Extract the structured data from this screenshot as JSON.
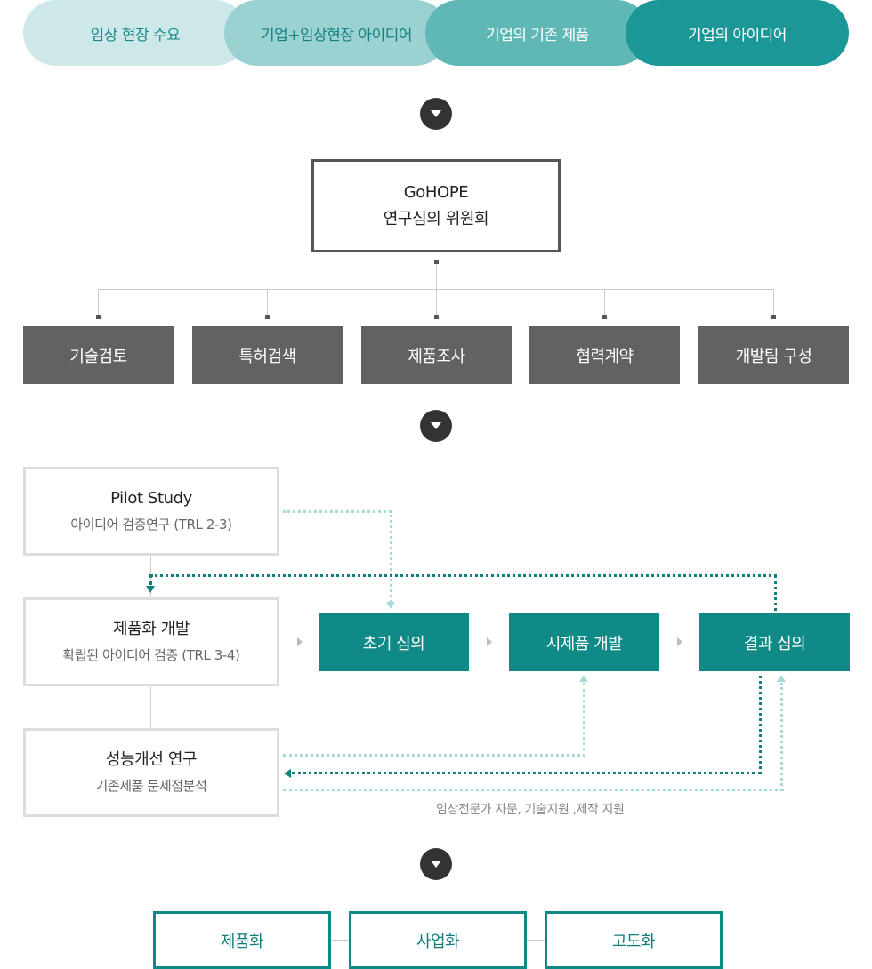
{
  "sources": [
    {
      "label": "임상 현장 수요"
    },
    {
      "label": "기업+임상현장 아이디어"
    },
    {
      "label": "기업의 기존 제품"
    },
    {
      "label": "기업의 아이디어"
    }
  ],
  "committee": {
    "line1": "GoHOPE",
    "line2": "연구심의 위원회"
  },
  "tasks": [
    {
      "label": "기술검토"
    },
    {
      "label": "특허검색"
    },
    {
      "label": "제품조사"
    },
    {
      "label": "협력계약"
    },
    {
      "label": "개발팀 구성"
    }
  ],
  "studies": [
    {
      "title": "Pilot Study",
      "subtitle": "아이디어 검증연구 (TRL 2-3)"
    },
    {
      "title": "제품화 개발",
      "subtitle": "확립된 아이디어 검증 (TRL 3-4)"
    },
    {
      "title": "성능개선 연구",
      "subtitle": "기존제품 문제점분석"
    }
  ],
  "stages": [
    {
      "label": "초기 심의"
    },
    {
      "label": "시제품 개발"
    },
    {
      "label": "결과 심의"
    }
  ],
  "support_note": "임상전문가 자문, 기술지원 ,제작 지원",
  "outcomes": [
    {
      "label": "제품화"
    },
    {
      "label": "사업화"
    },
    {
      "label": "고도화"
    }
  ],
  "colors": {
    "teal": "#0f8a87",
    "light_teal": "#a6d9da",
    "dark_grey": "#626262",
    "arrow_circle": "#333333"
  }
}
